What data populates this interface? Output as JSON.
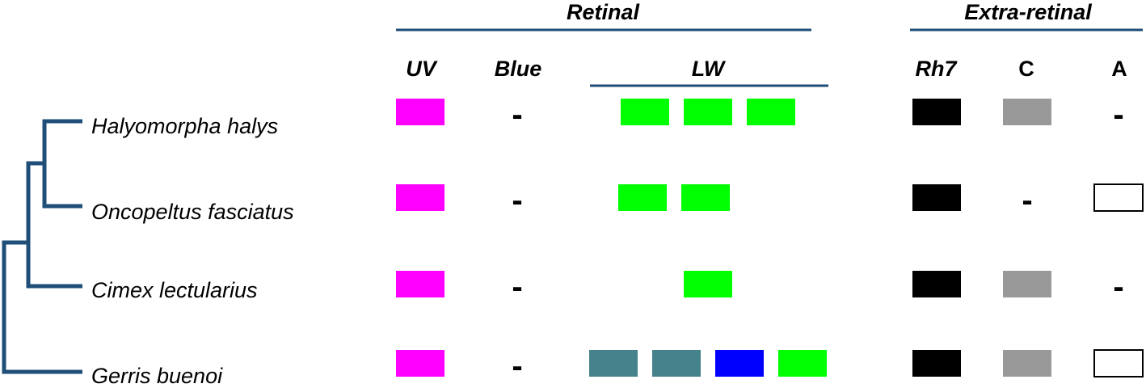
{
  "colors": {
    "UV": "#ff00ff",
    "LW": "#00ff00",
    "LW_teal": "#46828c",
    "LW_blue": "#0000ff",
    "Rh7": "#000000",
    "C": "#999999",
    "A_fill": "#ffffff",
    "A_stroke": "#000000",
    "lines": "#1f4e79"
  },
  "groups": {
    "retinal": "Retinal",
    "extra_retinal": "Extra-retinal",
    "lw": "LW"
  },
  "columns": {
    "uv": "UV",
    "blue": "Blue",
    "lw": "LW",
    "rh7": "Rh7",
    "c": "C",
    "a": "A"
  },
  "absent_mark": "-",
  "species": [
    {
      "name": "Halyomorpha halys",
      "uv": "present",
      "blue": "absent",
      "lw": [
        "LW",
        "LW",
        "LW"
      ],
      "rh7": "present",
      "c": "present",
      "a": "absent"
    },
    {
      "name": "Oncopeltus fasciatus",
      "uv": "present",
      "blue": "absent",
      "lw": [
        "LW",
        "LW"
      ],
      "rh7": "present",
      "c": "absent",
      "a": "present"
    },
    {
      "name": "Cimex lectularius",
      "uv": "present",
      "blue": "absent",
      "lw": [
        "LW"
      ],
      "rh7": "present",
      "c": "present",
      "a": "absent"
    },
    {
      "name": "Gerris buenoi",
      "uv": "present",
      "blue": "absent",
      "lw": [
        "LW_teal",
        "LW_teal",
        "LW_blue",
        "LW"
      ],
      "rh7": "present",
      "c": "present",
      "a": "present"
    }
  ]
}
